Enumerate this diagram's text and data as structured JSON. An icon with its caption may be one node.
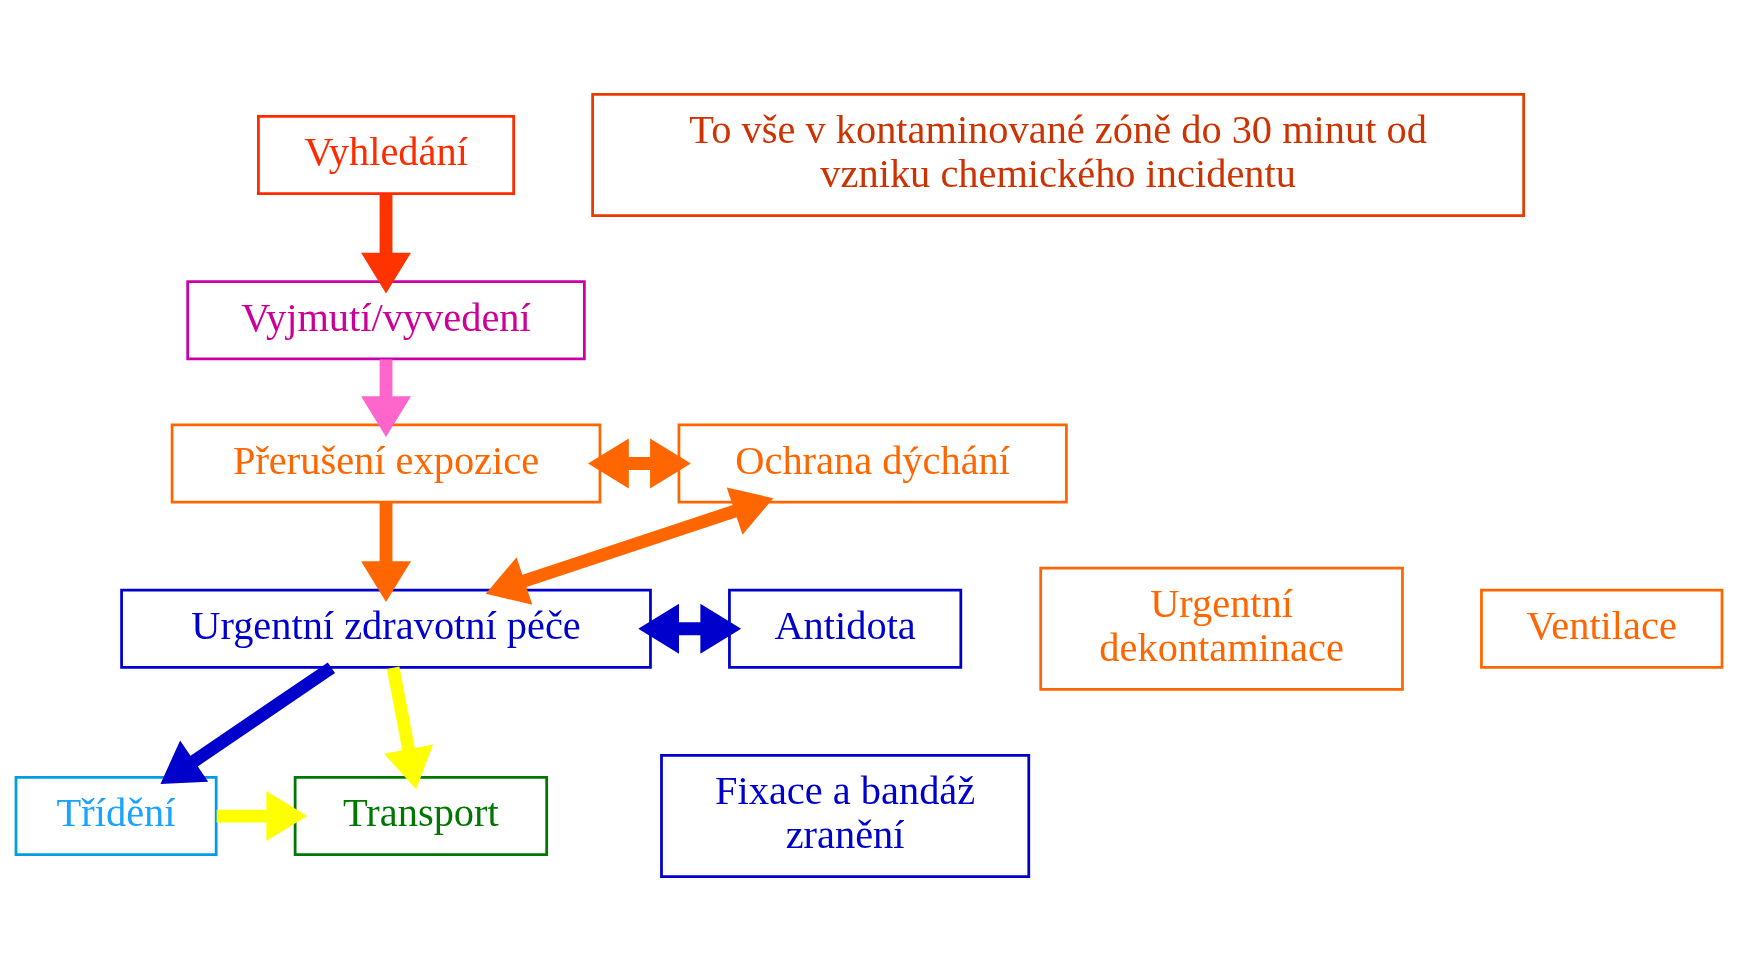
{
  "diagram": {
    "nodes": [
      {
        "text": [
          "Vyhledání"
        ]
      },
      {
        "text": [
          "To vše v kontaminované zóně do 30 minut od vzniku chemického incidentu"
        ]
      },
      {
        "text": [
          "Vyjmutí/vyvedení"
        ]
      },
      {
        "text": [
          "Přerušení expozice"
        ]
      },
      {
        "text": [
          "Ochrana dýchání"
        ]
      },
      {
        "text": [
          "Urgentní dekontaminace"
        ]
      },
      {
        "text": [
          "Ventilace"
        ]
      },
      {
        "text": [
          "Urgentní zdravotní péče"
        ]
      },
      {
        "text": [
          "Antidota"
        ]
      },
      {
        "text": [
          "Fixace a bandáž zranění"
        ]
      },
      {
        "text": [
          "Třídění"
        ]
      },
      {
        "text": [
          "Transport"
        ]
      }
    ],
    "edges": [
      {
        "from": 0,
        "to": 2,
        "arrow": "to",
        "color": "#ff3300"
      },
      {
        "from": 2,
        "to": 3,
        "arrow": "to",
        "color": "#ff66cc"
      },
      {
        "from": 3,
        "to": 4,
        "arrow": "both",
        "color": "#ff6600"
      },
      {
        "from": 3,
        "to": 7,
        "arrow": "to",
        "color": "#ff6600"
      },
      {
        "from": 7,
        "to": 4,
        "arrow": "both",
        "color": "#ff6600"
      },
      {
        "from": 7,
        "to": 8,
        "arrow": "both",
        "color": "#0000cc"
      },
      {
        "from": 7,
        "to": 10,
        "arrow": "to",
        "color": "#0000cc"
      },
      {
        "from": 7,
        "to": 11,
        "arrow": "to",
        "color": "#ffff00"
      },
      {
        "from": 10,
        "to": 11,
        "arrow": "to",
        "color": "#ffff00"
      }
    ]
  }
}
